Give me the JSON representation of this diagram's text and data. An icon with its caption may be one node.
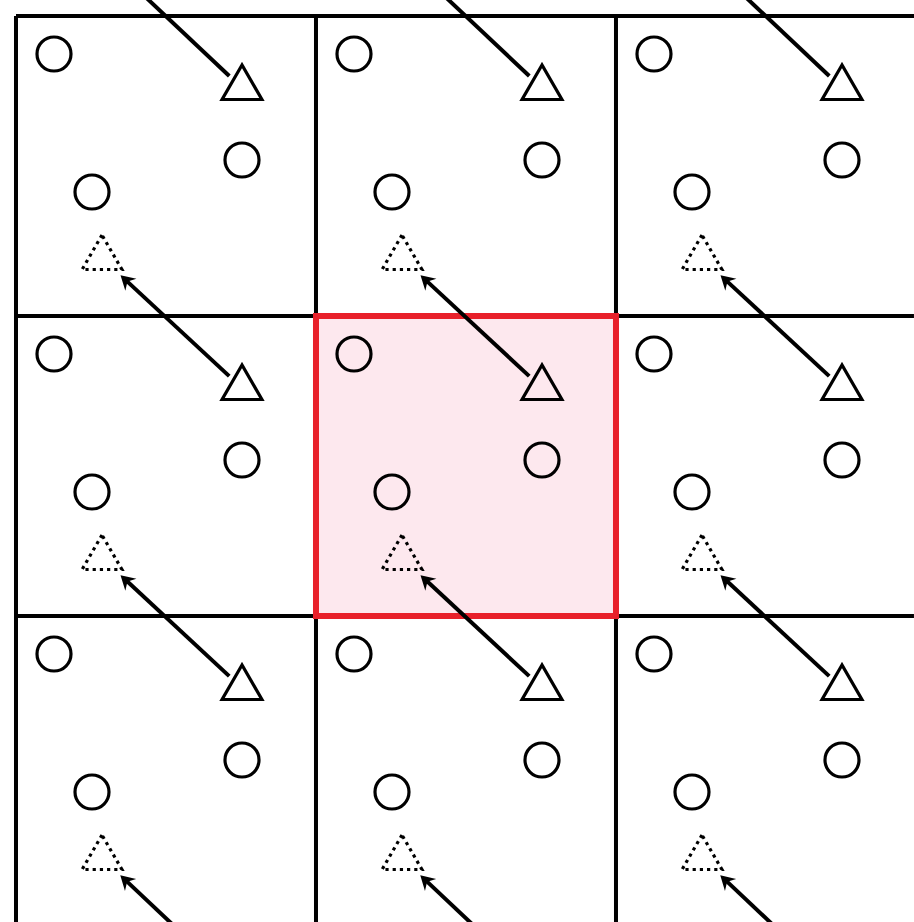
{
  "diagram": {
    "nodes": [
      {
        "text": [],
        "shape": "triangle"
      },
      {
        "text": [],
        "shape": "triangle"
      },
      {
        "text": [],
        "shape": "triangle"
      },
      {
        "text": [],
        "shape": "triangle"
      },
      {
        "text": [],
        "shape": "triangle"
      },
      {
        "text": [],
        "shape": "triangle"
      },
      {
        "text": [],
        "shape": "triangle"
      },
      {
        "text": [],
        "shape": "triangle"
      },
      {
        "text": [],
        "shape": "triangle"
      },
      {
        "text": [],
        "shape": "triangle"
      },
      {
        "text": [],
        "shape": "triangle"
      },
      {
        "text": [],
        "shape": "triangle"
      },
      {
        "text": [],
        "shape": "triangle"
      },
      {
        "text": [],
        "shape": "triangle"
      },
      {
        "text": [],
        "shape": "triangle"
      },
      {
        "text": [],
        "shape": "triangle"
      },
      {
        "text": [],
        "shape": "triangle"
      },
      {
        "text": [],
        "shape": "triangle"
      }
    ],
    "edges": [
      {
        "from": 0,
        "to": null,
        "arrow": "none"
      },
      {
        "from": 1,
        "to": null,
        "arrow": "none"
      },
      {
        "from": 2,
        "to": null,
        "arrow": "none"
      },
      {
        "from": 3,
        "to": 9,
        "arrow": "to"
      },
      {
        "from": 4,
        "to": 10,
        "arrow": "to"
      },
      {
        "from": 5,
        "to": 11,
        "arrow": "to"
      },
      {
        "from": 6,
        "to": 12,
        "arrow": "to"
      },
      {
        "from": 7,
        "to": 13,
        "arrow": "to"
      },
      {
        "from": 8,
        "to": 14,
        "arrow": "to"
      },
      {
        "from": null,
        "to": 15,
        "arrow": "to"
      },
      {
        "from": null,
        "to": 16,
        "arrow": "to"
      },
      {
        "from": null,
        "to": 17,
        "arrow": "to"
      }
    ]
  }
}
